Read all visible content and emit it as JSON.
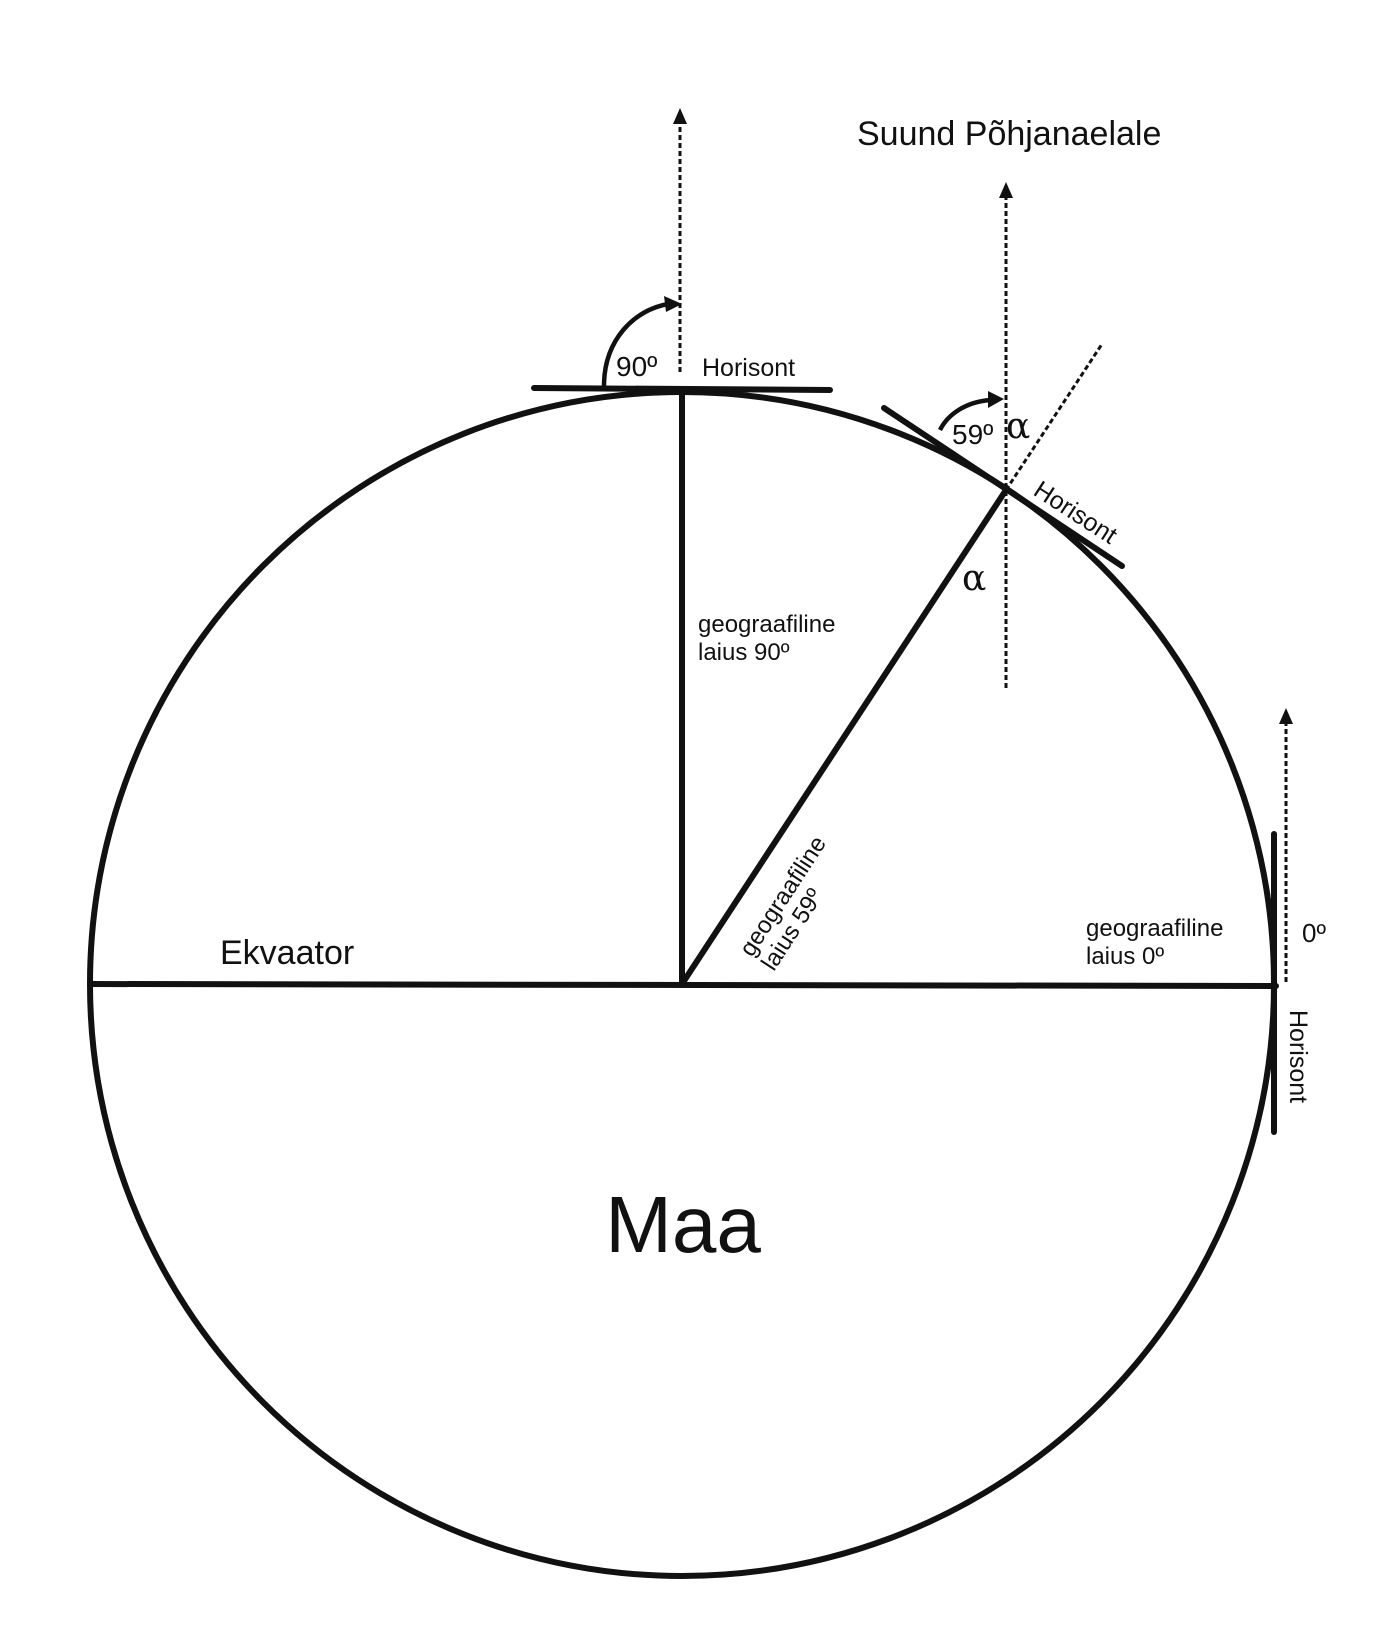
{
  "title": "Suund Põhjanaelale",
  "earth_label": "Maa",
  "equator_label": "Ekvaator",
  "horizon_label": "Horisont",
  "angle_symbol": "α",
  "pole": {
    "angle_label": "90º",
    "latitude_line1": "geograafiline",
    "latitude_line2": "laius 90º"
  },
  "mid": {
    "angle_label": "59º",
    "latitude_line1": "geograafiline",
    "latitude_line2": "laius 59º"
  },
  "equator_point": {
    "angle_label": "0º",
    "latitude_line1": "geograafiline",
    "latitude_line2": "laius 0º"
  },
  "colors": {
    "ink": "#111111",
    "background": "#ffffff"
  }
}
